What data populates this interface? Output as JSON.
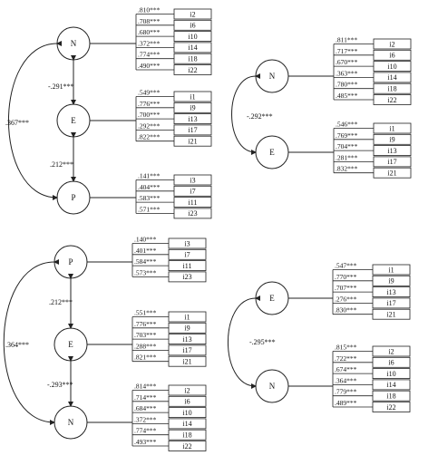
{
  "models": [
    {
      "id": "model-a",
      "factors": [
        {
          "name": "N",
          "items": [
            {
              "item": "i2",
              "loading": ".810***"
            },
            {
              "item": "i6",
              "loading": ".708***"
            },
            {
              "item": "i10",
              "loading": ".680***"
            },
            {
              "item": "i14",
              "loading": ".372***"
            },
            {
              "item": "i18",
              "loading": ".774***"
            },
            {
              "item": "i22",
              "loading": ".490***"
            }
          ]
        },
        {
          "name": "E",
          "items": [
            {
              "item": "i1",
              "loading": ".549***"
            },
            {
              "item": "i9",
              "loading": ".776***"
            },
            {
              "item": "i13",
              "loading": ".700***"
            },
            {
              "item": "i17",
              "loading": ".292***"
            },
            {
              "item": "i21",
              "loading": ".822***"
            }
          ]
        },
        {
          "name": "P",
          "items": [
            {
              "item": "i3",
              "loading": ".141***"
            },
            {
              "item": "i7",
              "loading": ".404***"
            },
            {
              "item": "i11",
              "loading": ".583***"
            },
            {
              "item": "i23",
              "loading": ".571***"
            }
          ]
        }
      ],
      "correlations": [
        {
          "between": [
            "N",
            "E"
          ],
          "value": "-.291***"
        },
        {
          "between": [
            "E",
            "P"
          ],
          "value": ".212***"
        },
        {
          "between": [
            "N",
            "P"
          ],
          "value": ".367***"
        }
      ]
    },
    {
      "id": "model-b",
      "factors": [
        {
          "name": "N",
          "items": [
            {
              "item": "i2",
              "loading": ".811***"
            },
            {
              "item": "i6",
              "loading": ".717***"
            },
            {
              "item": "i10",
              "loading": ".670***"
            },
            {
              "item": "i14",
              "loading": ".363***"
            },
            {
              "item": "i18",
              "loading": ".780***"
            },
            {
              "item": "i22",
              "loading": ".485***"
            }
          ]
        },
        {
          "name": "E",
          "items": [
            {
              "item": "i1",
              "loading": ".546***"
            },
            {
              "item": "i9",
              "loading": ".769***"
            },
            {
              "item": "i13",
              "loading": ".704***"
            },
            {
              "item": "i17",
              "loading": ".281***"
            },
            {
              "item": "i21",
              "loading": ".832***"
            }
          ]
        }
      ],
      "correlations": [
        {
          "between": [
            "N",
            "E"
          ],
          "value": "-.292***"
        }
      ]
    },
    {
      "id": "model-c",
      "factors": [
        {
          "name": "P",
          "items": [
            {
              "item": "i3",
              "loading": ".140***"
            },
            {
              "item": "i7",
              "loading": ".401***"
            },
            {
              "item": "i11",
              "loading": ".584***"
            },
            {
              "item": "i23",
              "loading": ".573***"
            }
          ]
        },
        {
          "name": "E",
          "items": [
            {
              "item": "i1",
              "loading": ".551***"
            },
            {
              "item": "i9",
              "loading": ".776***"
            },
            {
              "item": "i13",
              "loading": ".703***"
            },
            {
              "item": "i17",
              "loading": ".288***"
            },
            {
              "item": "i21",
              "loading": ".821***"
            }
          ]
        },
        {
          "name": "N",
          "items": [
            {
              "item": "i2",
              "loading": ".814***"
            },
            {
              "item": "i6",
              "loading": ".714***"
            },
            {
              "item": "i10",
              "loading": ".684***"
            },
            {
              "item": "i14",
              "loading": ".372***"
            },
            {
              "item": "i18",
              "loading": ".774***"
            },
            {
              "item": "i22",
              "loading": ".493***"
            }
          ]
        }
      ],
      "correlations": [
        {
          "between": [
            "P",
            "E"
          ],
          "value": ".212***"
        },
        {
          "between": [
            "E",
            "N"
          ],
          "value": "-.293***"
        },
        {
          "between": [
            "P",
            "N"
          ],
          "value": ".364***"
        }
      ]
    },
    {
      "id": "model-d",
      "factors": [
        {
          "name": "E",
          "items": [
            {
              "item": "i1",
              "loading": ".547***"
            },
            {
              "item": "i9",
              "loading": ".770***"
            },
            {
              "item": "i13",
              "loading": ".707***"
            },
            {
              "item": "i17",
              "loading": ".276***"
            },
            {
              "item": "i21",
              "loading": ".830***"
            }
          ]
        },
        {
          "name": "N",
          "items": [
            {
              "item": "i2",
              "loading": ".815***"
            },
            {
              "item": "i6",
              "loading": ".722***"
            },
            {
              "item": "i10",
              "loading": ".674***"
            },
            {
              "item": "i14",
              "loading": ".364***"
            },
            {
              "item": "i18",
              "loading": ".779***"
            },
            {
              "item": "i22",
              "loading": ".489***"
            }
          ]
        }
      ],
      "correlations": [
        {
          "between": [
            "E",
            "N"
          ],
          "value": "-.295***"
        }
      ]
    }
  ]
}
